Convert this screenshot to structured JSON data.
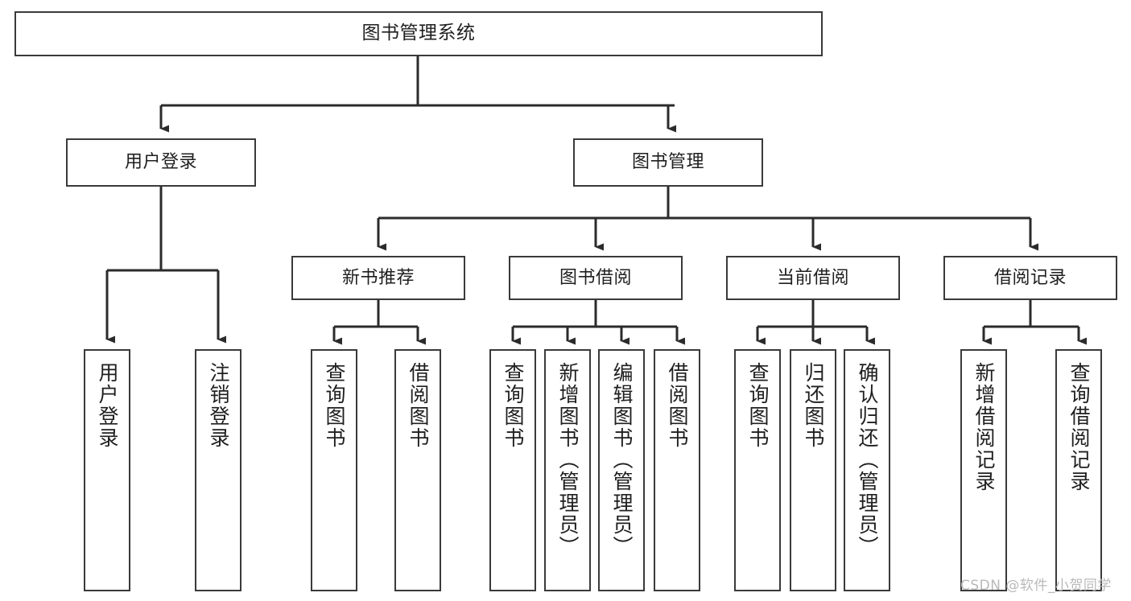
{
  "diagram": {
    "type": "tree",
    "title": "图书管理系统",
    "watermark": "CSDN @软件_小贺同学",
    "style": {
      "background": "#ffffff",
      "box_border": "#3a3a3a",
      "box_fill": "#ffffff",
      "edge_color": "#2b2b2b",
      "text_color": "#1f1f1f",
      "watermark_color": "#b9b9b9"
    },
    "nodes": {
      "root": {
        "label": "图书管理系统"
      },
      "level2": [
        {
          "label": "用户登录"
        },
        {
          "label": "图书管理"
        }
      ],
      "level3": [
        {
          "label": "新书推荐"
        },
        {
          "label": "图书借阅"
        },
        {
          "label": "当前借阅"
        },
        {
          "label": "借阅记录"
        }
      ],
      "leaves": [
        {
          "label": "用户登录"
        },
        {
          "label": "注销登录"
        },
        {
          "label": "查询图书"
        },
        {
          "label": "借阅图书"
        },
        {
          "label": "查询图书"
        },
        {
          "label": "新增图书（管理员）"
        },
        {
          "label": "编辑图书（管理员）"
        },
        {
          "label": "借阅图书"
        },
        {
          "label": "查询图书"
        },
        {
          "label": "归还图书"
        },
        {
          "label": "确认归还（管理员）"
        },
        {
          "label": "新增借阅记录"
        },
        {
          "label": "查询借阅记录"
        }
      ]
    }
  }
}
